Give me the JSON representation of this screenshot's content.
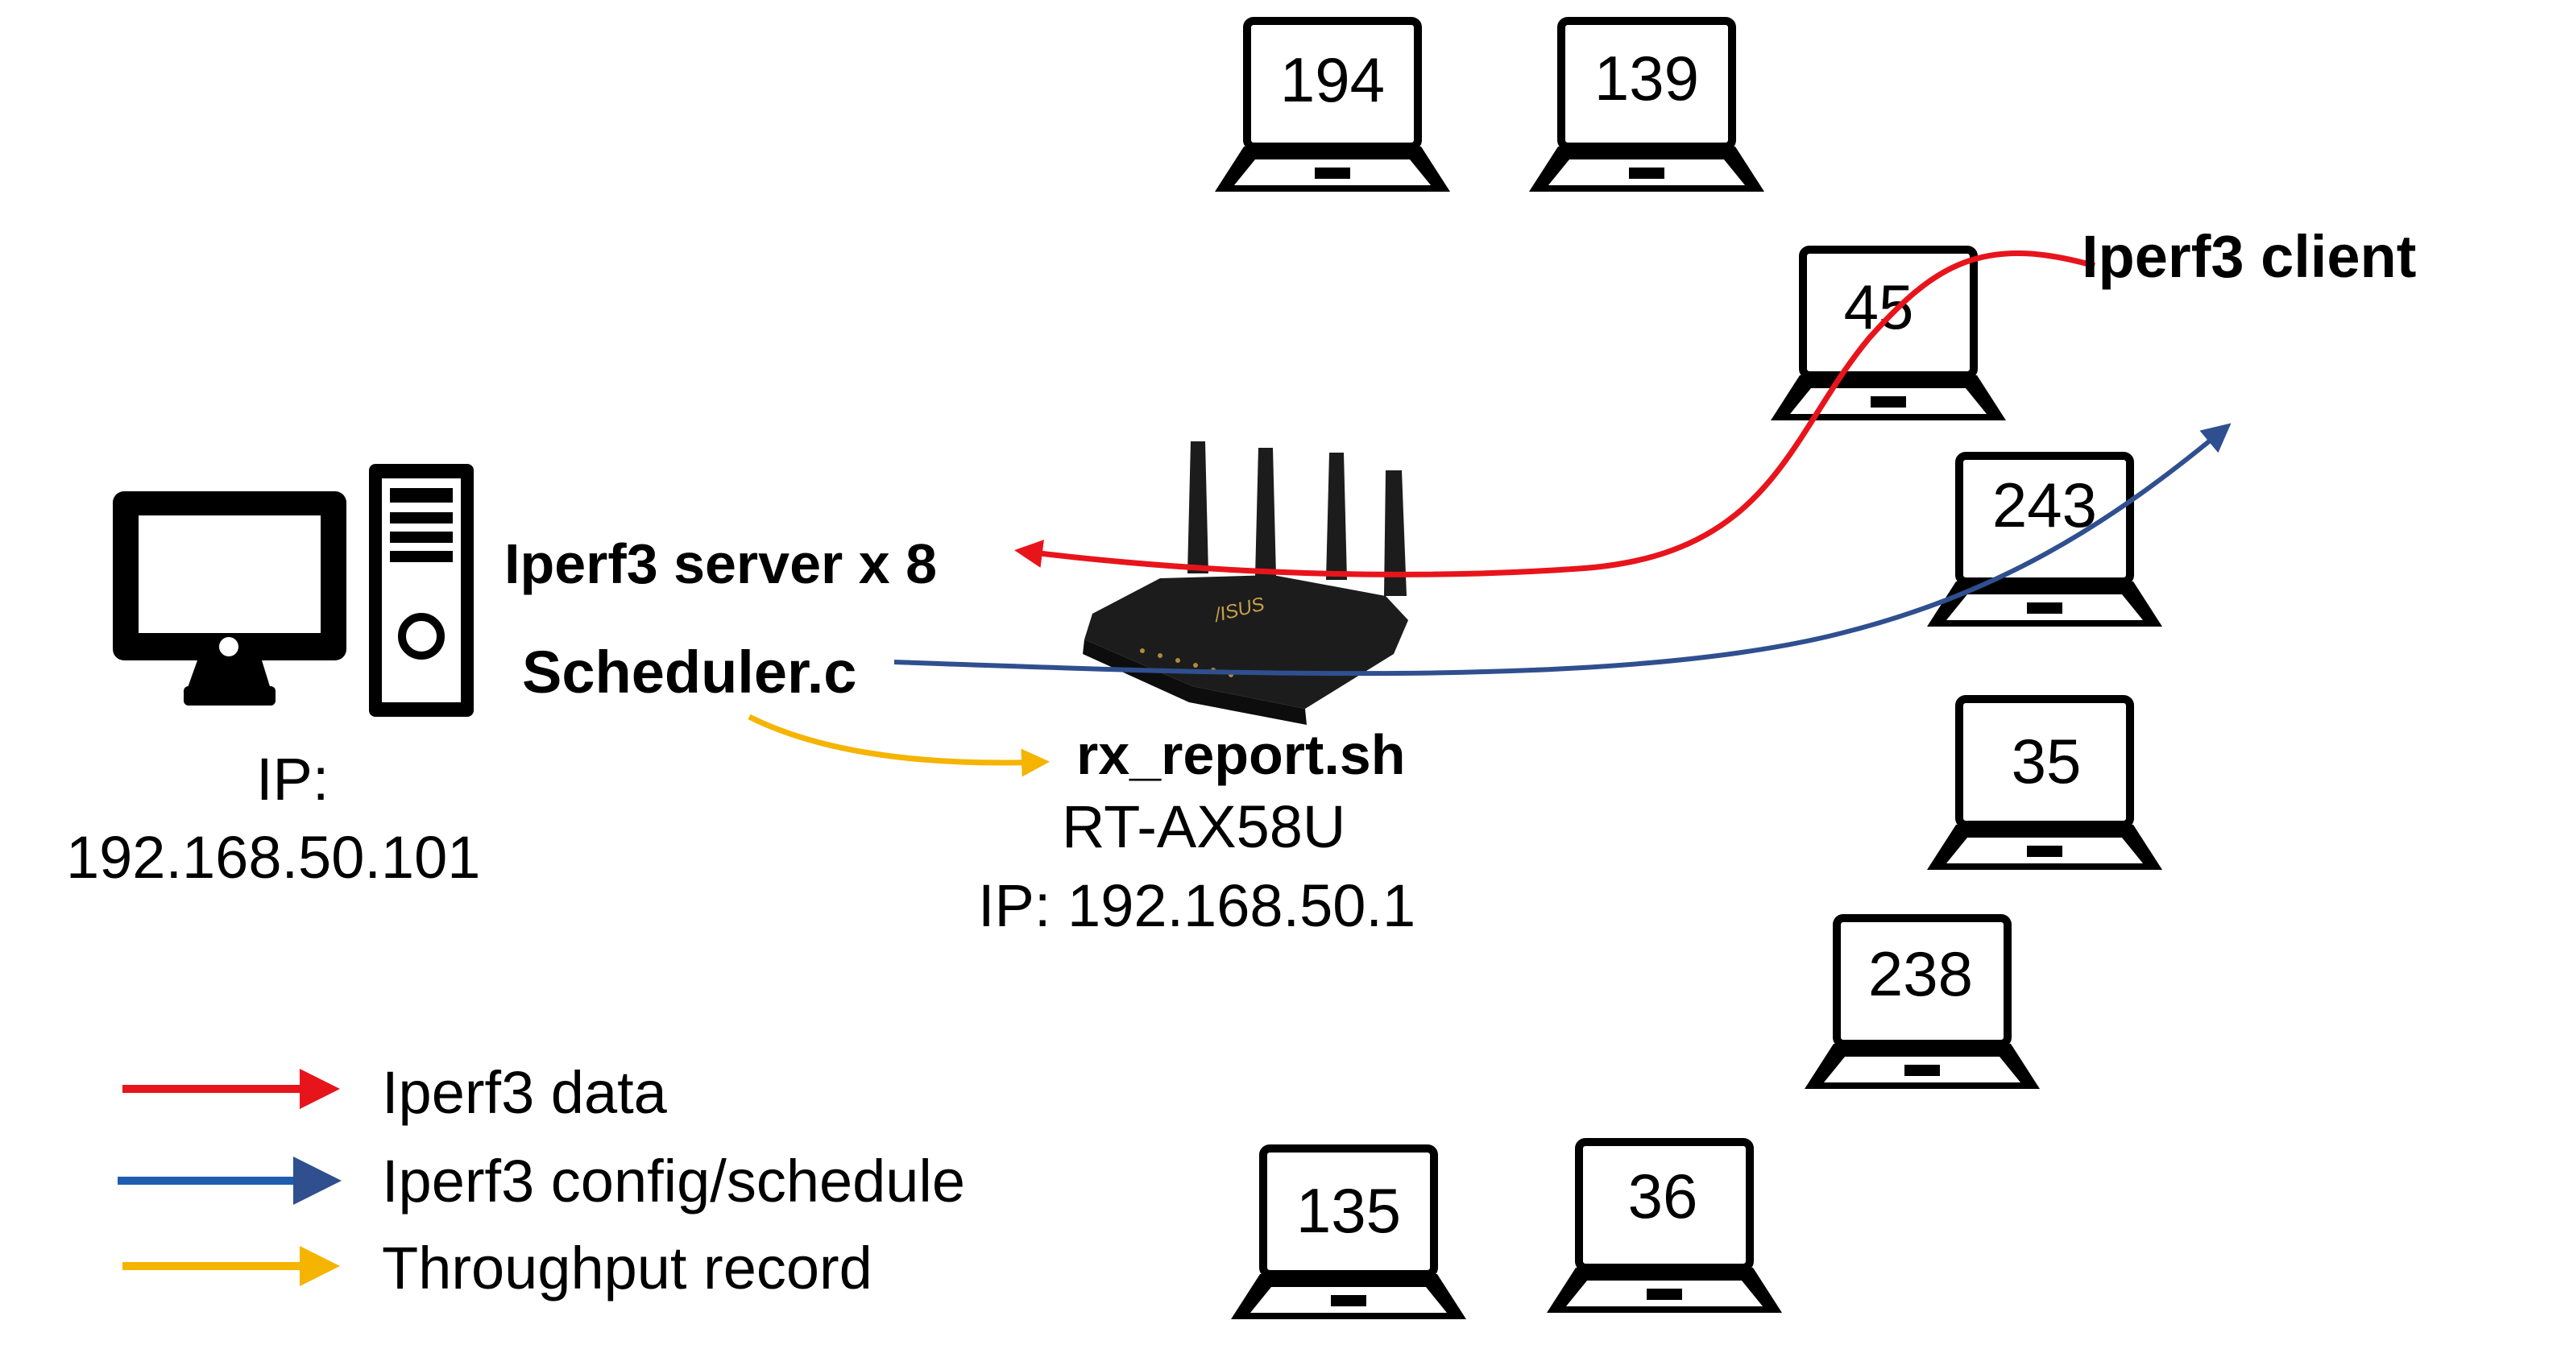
{
  "workstation": {
    "ip_label": "IP:",
    "ip_value": "192.168.50.101"
  },
  "server_labels": {
    "iperf_server": "Iperf3 server x 8",
    "scheduler": "Scheduler.c"
  },
  "router": {
    "brand": "/ISUS",
    "script": "rx_report.sh",
    "model": "RT-AX58U",
    "ip": "IP: 192.168.50.1"
  },
  "client_label": "Iperf3 client",
  "laptops": [
    {
      "id": "194"
    },
    {
      "id": "139"
    },
    {
      "id": "45"
    },
    {
      "id": "243"
    },
    {
      "id": "35"
    },
    {
      "id": "238"
    },
    {
      "id": "135"
    },
    {
      "id": "36"
    }
  ],
  "legend": [
    {
      "label": "Iperf3 data",
      "color": "#e8141c"
    },
    {
      "label": "Iperf3 config/schedule",
      "color": "#1f5cb0"
    },
    {
      "label": "Throughput record",
      "color": "#f5b400"
    }
  ],
  "colors": {
    "data_arrow": "#e8141c",
    "config_arrow": "#2f4f8f",
    "record_arrow": "#f5b400",
    "router_body": "#1c1c1c",
    "router_logo": "#c9a24a"
  }
}
